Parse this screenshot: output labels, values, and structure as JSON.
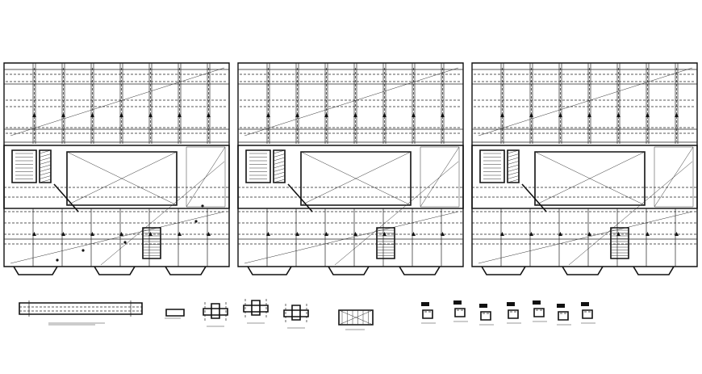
{
  "plans": [
    {
      "id": "plan-1",
      "dot_tags": true
    },
    {
      "id": "plan-2",
      "dot_tags": false
    },
    {
      "id": "plan-3",
      "dot_tags": false
    }
  ],
  "details": {
    "beam_elevation": true,
    "column_sections": 3,
    "mesh_panel": true,
    "small_sections": 7
  },
  "colors": {
    "ink": "#111111",
    "paper": "#ffffff"
  }
}
